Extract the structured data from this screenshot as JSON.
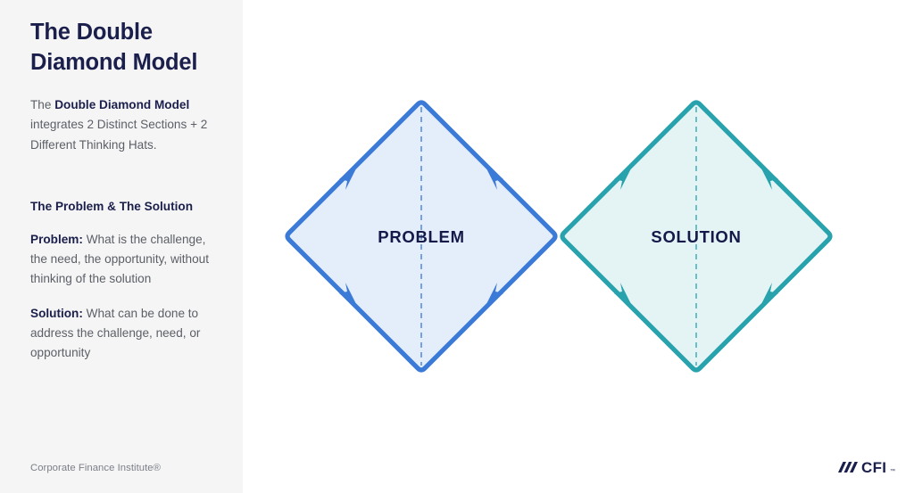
{
  "sidebar": {
    "title": "The Double Diamond Model",
    "intro": {
      "lead": "The ",
      "bold": "Double Diamond Model",
      "rest": " integrates 2 Distinct Sections + 2 Different Thinking Hats."
    },
    "section_heading": "The Problem & The Solution",
    "paragraphs": [
      {
        "label": "Problem:",
        "text": " What is the challenge, the need, the opportunity, without thinking of the solution"
      },
      {
        "label": "Solution:",
        "text": " What can be done to address the challenge, need, or opportunity"
      }
    ],
    "attribution": "Corporate Finance Institute®",
    "background_color": "#f5f5f6",
    "title_color": "#1b1f4b",
    "body_color": "#5c6066"
  },
  "diagram": {
    "type": "double-diamond",
    "diamonds": [
      {
        "name": "problem",
        "label": "PROBLEM",
        "stroke_color": "#3b7ad6",
        "fill_color": "#e4eefb",
        "center_line": "dashed",
        "arrows": [
          {
            "edge": "top-left",
            "direction": "up-right",
            "meaning": "diverge"
          },
          {
            "edge": "top-right",
            "direction": "down-right",
            "meaning": "converge"
          },
          {
            "edge": "bottom-left",
            "direction": "down-right",
            "meaning": "diverge"
          },
          {
            "edge": "bottom-right",
            "direction": "up-right",
            "meaning": "converge"
          }
        ]
      },
      {
        "name": "solution",
        "label": "SOLUTION",
        "stroke_color": "#28a2ac",
        "fill_color": "#e4f4f4",
        "center_line": "dashed",
        "arrows": [
          {
            "edge": "top-left",
            "direction": "up-right",
            "meaning": "diverge"
          },
          {
            "edge": "top-right",
            "direction": "down-right",
            "meaning": "converge"
          },
          {
            "edge": "bottom-left",
            "direction": "down-right",
            "meaning": "diverge"
          },
          {
            "edge": "bottom-right",
            "direction": "up-right",
            "meaning": "converge"
          }
        ]
      }
    ],
    "label_color": "#14194a"
  },
  "logo": {
    "text": "CFI",
    "mark": "three-slanted-bars",
    "trademark": "™",
    "color": "#1b1f4b"
  }
}
